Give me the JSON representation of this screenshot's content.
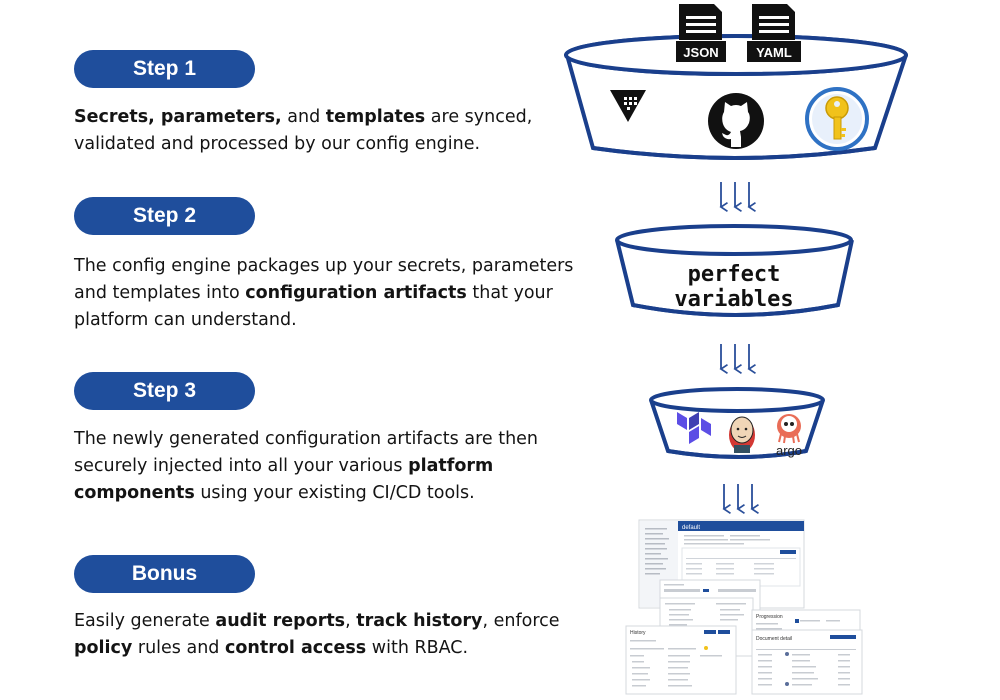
{
  "steps": [
    {
      "label": "Step 1",
      "text": [
        {
          "t": "Secrets, parameters,",
          "b": true
        },
        {
          "t": " and ",
          "b": false
        },
        {
          "t": "templates",
          "b": true
        },
        {
          "t": " are synced, validated and processed by our config engine.",
          "b": false
        }
      ]
    },
    {
      "label": "Step 2",
      "text": [
        {
          "t": "The config engine packages up your secrets, parameters and templates into ",
          "b": false
        },
        {
          "t": "configuration artifacts",
          "b": true
        },
        {
          "t": " that your platform can understand.",
          "b": false
        }
      ]
    },
    {
      "label": "Step 3",
      "text": [
        {
          "t": "The newly generated configuration artifacts are then securely injected into all your various ",
          "b": false
        },
        {
          "t": "platform components",
          "b": true
        },
        {
          "t": " using your existing CI/CD tools.",
          "b": false
        }
      ]
    },
    {
      "label": "Bonus",
      "text": [
        {
          "t": "Easily generate ",
          "b": false
        },
        {
          "t": "audit reports",
          "b": true
        },
        {
          "t": ", ",
          "b": false
        },
        {
          "t": "track history",
          "b": true
        },
        {
          "t": ", enforce ",
          "b": false
        },
        {
          "t": "policy",
          "b": true
        },
        {
          "t": " rules and ",
          "b": false
        },
        {
          "t": "control access",
          "b": true
        },
        {
          "t": " with RBAC.",
          "b": false
        }
      ]
    }
  ],
  "funnel_top": {
    "docs": [
      "JSON",
      "YAML"
    ],
    "icons": [
      "vault-icon",
      "github-icon",
      "key-icon"
    ]
  },
  "funnel_middle": {
    "line1": "perfect",
    "line2": "variables"
  },
  "funnel_bottom": {
    "icons": [
      "terraform-icon",
      "jenkins-icon",
      "argo-icon"
    ],
    "argo_label": "argo"
  },
  "screenshots": {
    "main_title": "default",
    "panel_history": "History",
    "panel_progression": "Progression",
    "panel_document": "Document detail"
  },
  "colors": {
    "brand_blue": "#1f4e9c",
    "outline": "#1a3f8c",
    "arrow": "#2a4f9a"
  }
}
